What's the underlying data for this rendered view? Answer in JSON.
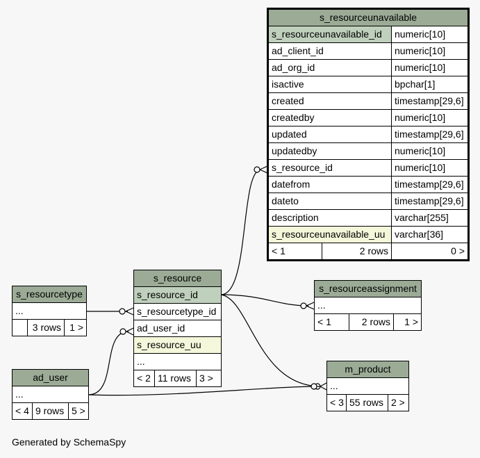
{
  "footer": "Generated by SchemaSpy",
  "tables": {
    "s_resourceunavailable": {
      "name": "s_resourceunavailable",
      "columns": [
        {
          "name": "s_resourceunavailable_id",
          "type": "numeric[10]"
        },
        {
          "name": "ad_client_id",
          "type": "numeric[10]"
        },
        {
          "name": "ad_org_id",
          "type": "numeric[10]"
        },
        {
          "name": "isactive",
          "type": "bpchar[1]"
        },
        {
          "name": "created",
          "type": "timestamp[29,6]"
        },
        {
          "name": "createdby",
          "type": "numeric[10]"
        },
        {
          "name": "updated",
          "type": "timestamp[29,6]"
        },
        {
          "name": "updatedby",
          "type": "numeric[10]"
        },
        {
          "name": "s_resource_id",
          "type": "numeric[10]"
        },
        {
          "name": "datefrom",
          "type": "timestamp[29,6]"
        },
        {
          "name": "dateto",
          "type": "timestamp[29,6]"
        },
        {
          "name": "description",
          "type": "varchar[255]"
        },
        {
          "name": "s_resourceunavailable_uu",
          "type": "varchar[36]"
        }
      ],
      "footer": {
        "parents": "< 1",
        "rows": "2 rows",
        "children": "0 >"
      }
    },
    "s_resource": {
      "name": "s_resource",
      "columns": [
        "s_resource_id",
        "s_resourcetype_id",
        "ad_user_id",
        "s_resource_uu"
      ],
      "more": "...",
      "footer": {
        "parents": "< 2",
        "rows": "11 rows",
        "children": "3 >"
      }
    },
    "s_resourcetype": {
      "name": "s_resourcetype",
      "more": "...",
      "footer": {
        "parents": "",
        "rows": "3 rows",
        "children": "1 >"
      }
    },
    "ad_user": {
      "name": "ad_user",
      "more": "...",
      "footer": {
        "parents": "< 4",
        "rows": "9 rows",
        "children": "5 >"
      }
    },
    "s_resourceassignment": {
      "name": "s_resourceassignment",
      "more": "...",
      "footer": {
        "parents": "< 1",
        "rows": "2 rows",
        "children": "1 >"
      }
    },
    "m_product": {
      "name": "m_product",
      "more": "...",
      "footer": {
        "parents": "< 3",
        "rows": "55 rows",
        "children": "2 >"
      }
    }
  }
}
